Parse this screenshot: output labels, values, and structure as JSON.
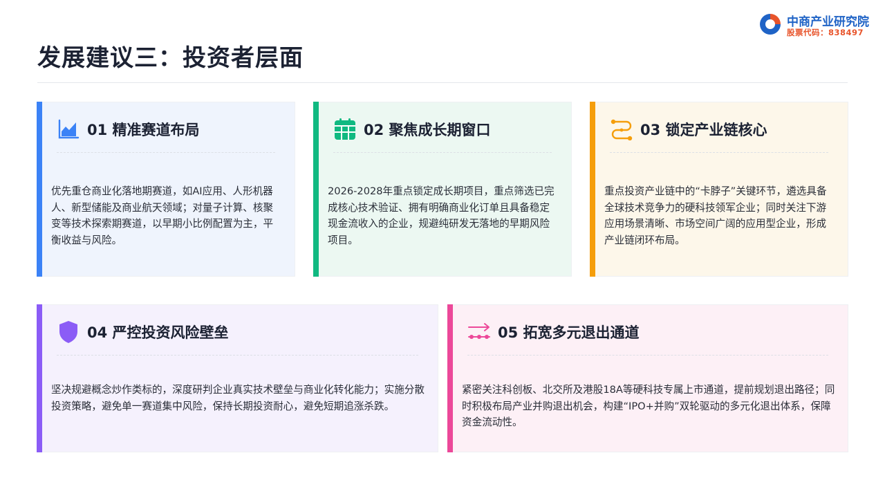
{
  "page": {
    "title": "发展建议三：投资者层面"
  },
  "logo": {
    "name": "中商产业研究院",
    "code": "股票代码：838497",
    "colors": {
      "blue": "#1f63c6",
      "orange": "#e8542b"
    }
  },
  "cards": [
    {
      "title": "01 精准赛道布局",
      "icon": "area-chart-icon",
      "accent": "#3b82f6",
      "body": "优先重仓商业化落地期赛道，如AI应用、人形机器人、新型储能及商业航天领域；对量子计算、核聚变等技术探索期赛道，以早期小比例配置为主，平衡收益与风险。"
    },
    {
      "title": "02 聚焦成长期窗口",
      "icon": "calendar-icon",
      "accent": "#10b981",
      "body": "2026-2028年重点锁定成长期项目，重点筛选已完成核心技术验证、拥有明确商业化订单且具备稳定现金流收入的企业，规避纯研发无落地的早期风险项目。"
    },
    {
      "title": "03 锁定产业链核心",
      "icon": "route-icon",
      "accent": "#f59e0b",
      "body": "重点投资产业链中的“卡脖子”关键环节，遴选具备全球技术竞争力的硬科技领军企业；同时关注下游应用场景清晰、市场空间广阔的应用型企业，形成产业链闭环布局。"
    },
    {
      "title": "04 严控投资风险壁垒",
      "icon": "shield-icon",
      "accent": "#8b5cf6",
      "body": "坚决规避概念炒作类标的，深度研判企业真实技术壁垒与商业化转化能力；实施分散投资策略，避免单一赛道集中风险，保持长期投资耐心，避免短期追涨杀跌。"
    },
    {
      "title": "05 拓宽多元退出通道",
      "icon": "exit-arrows-icon",
      "accent": "#ec4899",
      "body": "紧密关注科创板、北交所及港股18A等硬科技专属上市通道，提前规划退出路径；同时积极布局产业并购退出机会，构建“IPO+并购”双轮驱动的多元化退出体系，保障资金流动性。"
    }
  ]
}
